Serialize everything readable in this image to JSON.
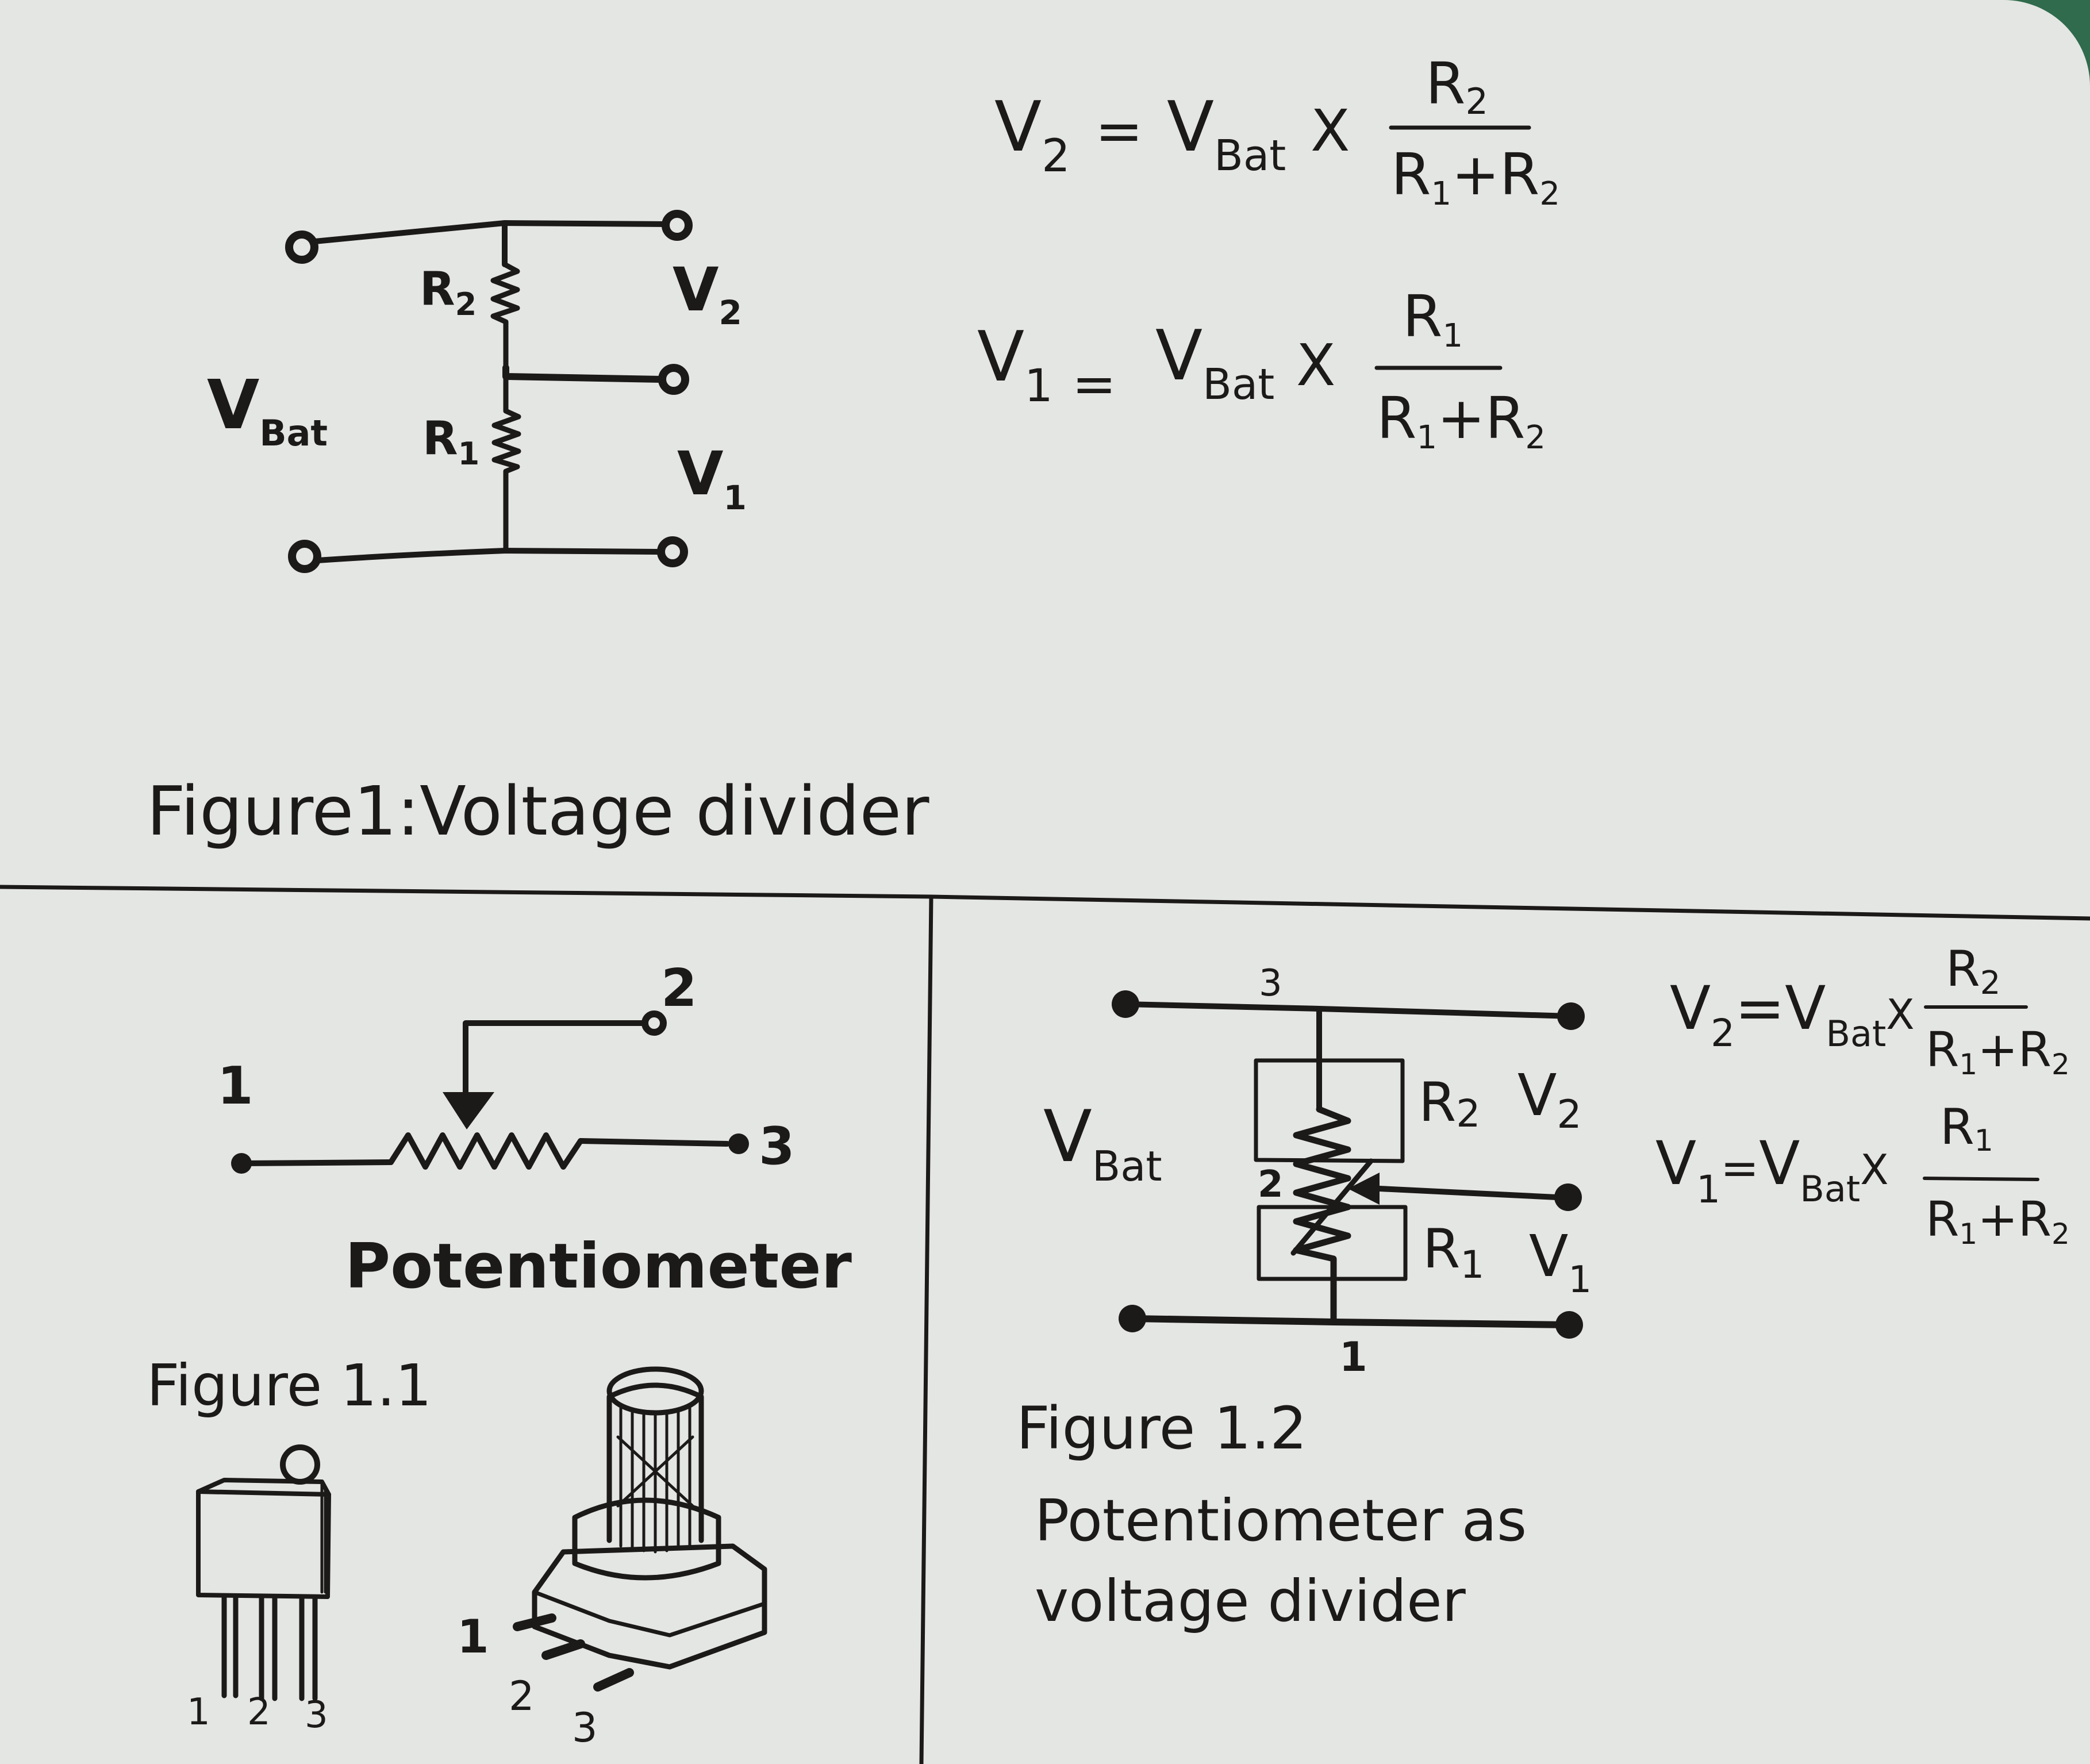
{
  "figure1": {
    "caption": "Figure1:Voltage divider",
    "vbat_v": "V",
    "vbat_sub": "Bat",
    "r2_r": "R",
    "r2_sub": "2",
    "r1_r": "R",
    "r1_sub": "1",
    "v2_v": "V",
    "v2_sub": "2",
    "v1_v": "V",
    "v1_sub": "1"
  },
  "equations": {
    "eq_v2": {
      "lhs": "V",
      "lhs_sub": "2",
      "eq": "=",
      "vbat": "V",
      "vbat_sub": "Bat",
      "times": "X",
      "num": "R",
      "num_sub": "2",
      "den": "R",
      "den_sub1": "1",
      "den_plus": "+R",
      "den_sub2": "2"
    },
    "eq_v1": {
      "lhs": "V",
      "lhs_sub": "1",
      "eq": "=",
      "vbat": "V",
      "vbat_sub": "Bat",
      "times": "X",
      "num": "R",
      "num_sub": "1",
      "den": "R",
      "den_sub1": "1",
      "den_plus": "+R",
      "den_sub2": "2"
    }
  },
  "figure1_1": {
    "caption": "Figure 1.1",
    "title": "Potentiometer",
    "pin1": "1",
    "pin2": "2",
    "pin3": "3",
    "trimmer_pins": [
      "1",
      "2",
      "3"
    ],
    "knob_pins": [
      "1",
      "2",
      "3"
    ]
  },
  "figure1_2": {
    "caption_line1": "Figure 1.2",
    "caption_line2": "Potentiometer as",
    "caption_line3": "voltage divider",
    "pin3": "3",
    "pin2": "2",
    "pin1": "1",
    "vbat_v": "V",
    "vbat_sub": "Bat",
    "r2_r": "R",
    "r2_sub": "2",
    "r1_r": "R",
    "r1_sub": "1",
    "v2_v": "V",
    "v2_sub": "2",
    "v1_v": "V",
    "v1_sub": "1",
    "eq_v2": {
      "lhs": "V",
      "lhs_sub": "2",
      "eq": "=",
      "vbat": "V",
      "vbat_sub": "Bat",
      "times": "X",
      "num": "R",
      "num_sub": "2",
      "den": "R",
      "den_sub1": "1",
      "den_plus": "+R",
      "den_sub2": "2"
    },
    "eq_v1": {
      "lhs": "V",
      "lhs_sub": "1",
      "eq": "=",
      "vbat": "V",
      "vbat_sub": "Bat",
      "times": "X",
      "num": "R",
      "num_sub": "1",
      "den": "R",
      "den_sub1": "1",
      "den_plus": "+R",
      "den_sub2": "2"
    }
  },
  "colors": {
    "paper": "#e4e6e3",
    "ink": "#1c1a18",
    "mat": "#2f6b4c"
  }
}
